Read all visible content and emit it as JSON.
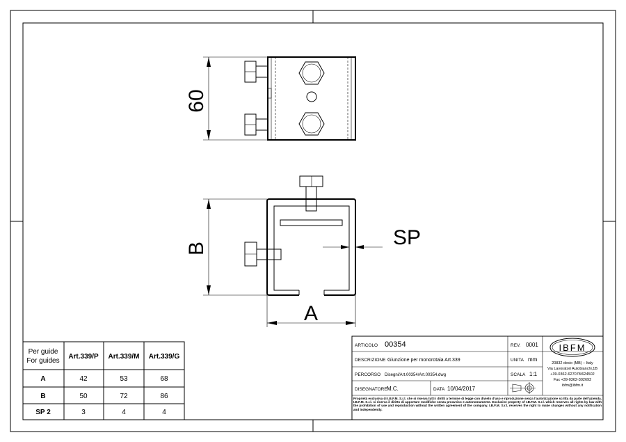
{
  "dimensions": {
    "height_label": "60",
    "b_label": "B",
    "a_label": "A",
    "sp_label": "SP"
  },
  "guide_table": {
    "header": {
      "line1": "Per guide",
      "line2": "For guides",
      "col1": "Art.339/P",
      "col2": "Art.339/M",
      "col3": "Art.339/G"
    },
    "rows": [
      {
        "label": "A",
        "v1": "42",
        "v2": "53",
        "v3": "68"
      },
      {
        "label": "B",
        "v1": "50",
        "v2": "72",
        "v3": "86"
      },
      {
        "label": "SP 2",
        "v1": "3",
        "v2": "4",
        "v3": "4"
      }
    ]
  },
  "title_block": {
    "articolo_label": "ARTICOLO",
    "articolo_value": "00354",
    "rev_label": "REV.",
    "rev_value": "0001",
    "descrizione_label": "DESCRIZIONE",
    "descrizione_value": "Giunzione per monorotaia Art.339",
    "unita_label": "UNITA",
    "unita_value": "mm",
    "percorso_label": "PERCORSO",
    "percorso_value": "Disegni/Art.00354/Art.00354.dwg",
    "scala_label": "SCALA",
    "scala_value": "1:1",
    "disegnatore_label": "DISEGNATORE",
    "disegnatore_value": "M.C.",
    "data_label": "DATA",
    "data_value": "10/04/2017",
    "legal_it": "Proprietà esclusiva di I.B.F.M. S.r.l. che si riserva tutti i diritti a termine di legge con divieto d'uso e riproduzione senza l'autorizzazione scritta da parte dell'azienda. I.B.F.M. S.r.l. si riserva il diritto di apportare modifiche senza preavviso e autonomamente.",
    "legal_en": "Exclusive property of I.B.F.M. S.r.l. which reserves all rights by law with the prohibition of use and reproduction without the written agreement of the company. I.B.F.M. S.r.l. reserves the right to make changes without any notification and independently."
  },
  "company": {
    "logo": "IBFM",
    "address1": "20832 desio (MB) – Italy",
    "address2": "Via Lavoratori Autobianchi,1B",
    "phone": "+39-0362-627078/624502",
    "fax": "Fax +39-0362-302692",
    "email": "ibfm@ibfm.it"
  }
}
